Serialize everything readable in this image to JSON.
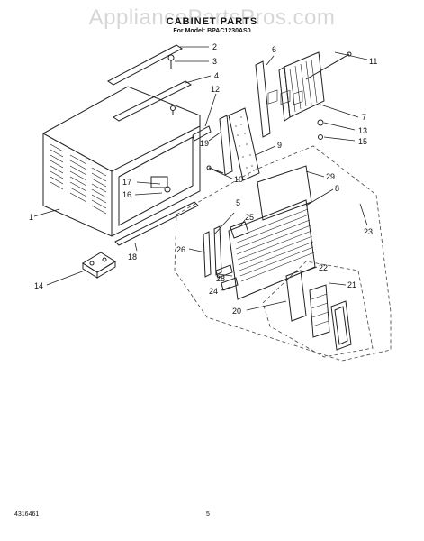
{
  "watermark": "AppliancePartsPros.com",
  "title": "CABINET PARTS",
  "model_label": "For Model: BPAC1230AS0",
  "footer": {
    "doc_number": "4316461",
    "page_number": "5"
  },
  "callouts": [
    "1",
    "2",
    "3",
    "4",
    "5",
    "6",
    "7",
    "8",
    "9",
    "10",
    "11",
    "12",
    "13",
    "14",
    "15",
    "16",
    "17",
    "18",
    "19",
    "20",
    "21",
    "22",
    "23",
    "24",
    "25",
    "26",
    "28",
    "29"
  ]
}
